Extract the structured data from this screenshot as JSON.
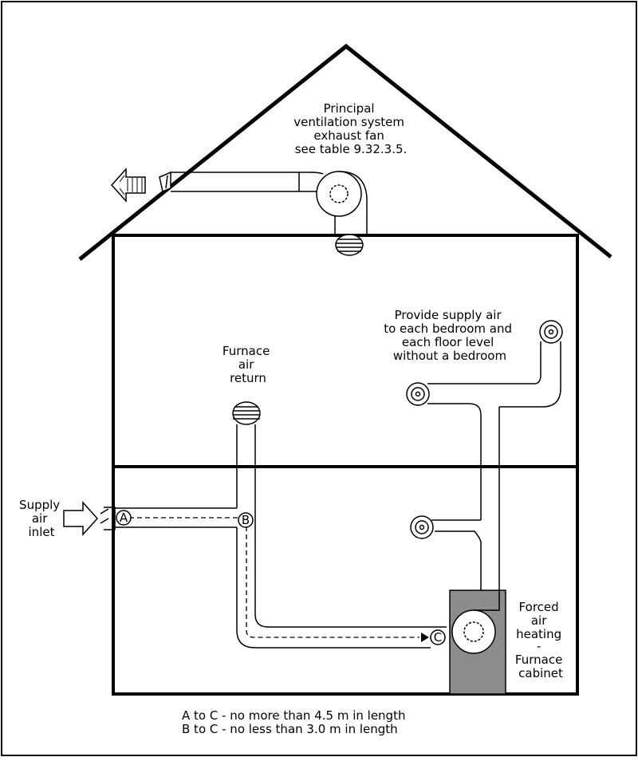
{
  "labels": {
    "exhaust_fan": [
      "Principal",
      "ventilation system",
      "exhaust fan",
      "see table 9.32.3.5."
    ],
    "supply_air": [
      "Provide supply air",
      "to each bedroom and",
      "each floor level",
      "without a bedroom"
    ],
    "furnace_return": [
      "Furnace",
      "air",
      "return"
    ],
    "supply_inlet": [
      "Supply",
      "air",
      "inlet"
    ],
    "furnace_cabinet": [
      "Forced",
      "air",
      "heating",
      "-",
      "Furnace",
      "cabinet"
    ]
  },
  "points": {
    "a": "A",
    "b": "B",
    "c": "C"
  },
  "notes": [
    "A to C - no more than 4.5 m in length",
    "B to C - no less than 3.0 m in length"
  ],
  "colors": {
    "line": "#000000",
    "cabinet": "#8c8c8c",
    "background": "#ffffff"
  }
}
